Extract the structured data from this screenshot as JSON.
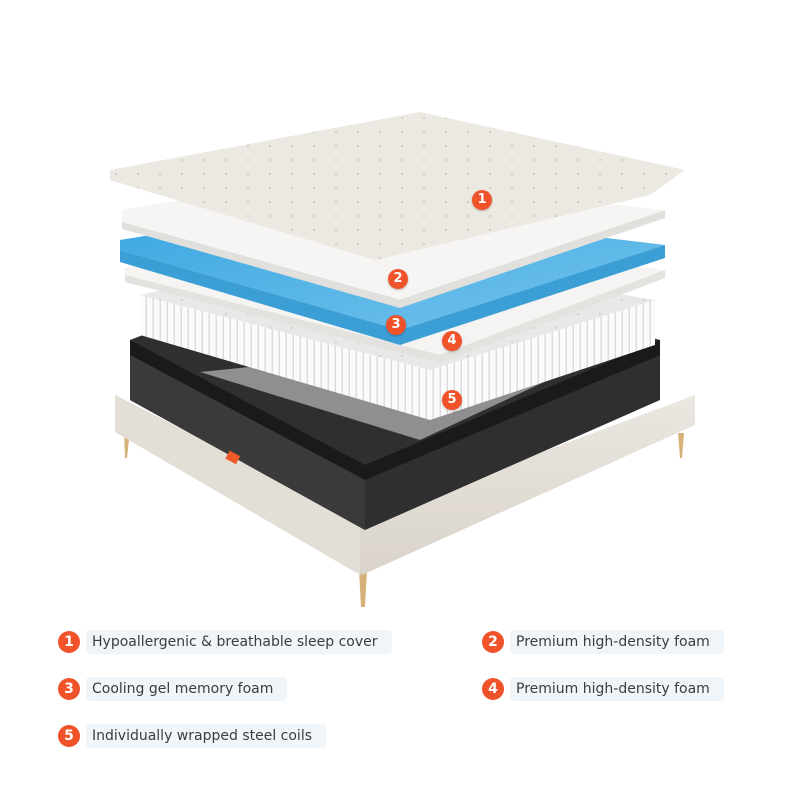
{
  "diagram": {
    "subject": "Mattress layer cross-section on upholstered bed frame",
    "markers": [
      {
        "num": "1",
        "target": "sleep cover"
      },
      {
        "num": "2",
        "target": "top foam layer"
      },
      {
        "num": "3",
        "target": "blue gel foam layer"
      },
      {
        "num": "4",
        "target": "lower foam layer"
      },
      {
        "num": "5",
        "target": "pocket coil layer"
      }
    ],
    "colors": {
      "accent": "#f0532a",
      "cover": "#ece9e3",
      "foam": "#f4f3f1",
      "gel_foam": "#4fb3e6",
      "coils": "#f7f7f7",
      "mattress_base": "#2e2e2e",
      "frame": "#e6e1da",
      "legs": "#d6b27a",
      "legend_bg": "#f0f5fa"
    }
  },
  "legend": [
    {
      "num": "1",
      "label": "Hypoallergenic & breathable sleep cover"
    },
    {
      "num": "2",
      "label": "Premium high-density foam"
    },
    {
      "num": "3",
      "label": "Cooling gel memory foam"
    },
    {
      "num": "4",
      "label": "Premium high-density foam"
    },
    {
      "num": "5",
      "label": "Individually wrapped steel coils"
    }
  ]
}
